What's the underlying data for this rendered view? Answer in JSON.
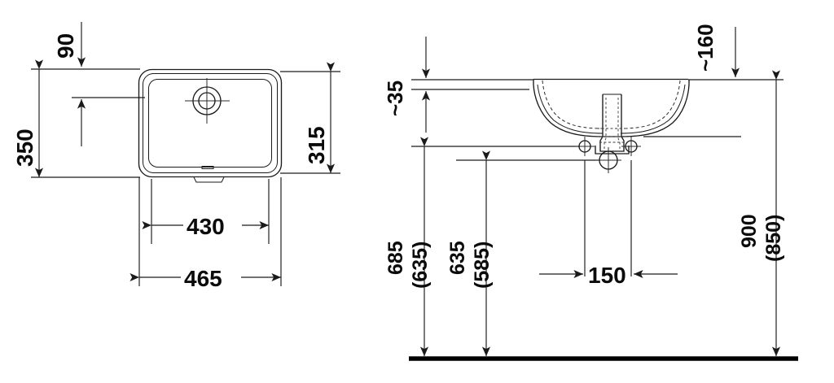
{
  "drawing": {
    "title": "Undermount washbasin installation drawing",
    "units": "mm",
    "line_color": "#1a1a1a",
    "text_color": "#0b0b0b",
    "background": "#ffffff"
  },
  "plan_view": {
    "name": "top-plan-view",
    "dimensions": {
      "depth_overall": "350",
      "depth_inner": "315",
      "rim_offset": "90",
      "width_inner": "430",
      "width_overall": "465"
    }
  },
  "elevation_view": {
    "name": "front-section-view",
    "dimensions": {
      "rim_thickness": "~35",
      "basin_depth": "~160",
      "tap_hole_spacing": "150",
      "height_to_rim_top": "685",
      "height_to_rim_top_alt": "(635)",
      "height_to_rim_under": "635",
      "height_to_rim_under_alt": "(585)",
      "height_overall": "900",
      "height_overall_alt": "(850)"
    }
  },
  "labels": {
    "d90": "90",
    "d350": "350",
    "d315": "315",
    "d430": "430",
    "d465": "465",
    "d35": "~35",
    "d160": "~160",
    "d150": "150",
    "d685": "685",
    "d635p": "(635)",
    "d635": "635",
    "d585p": "(585)",
    "d900": "900",
    "d850p": "(850)"
  }
}
